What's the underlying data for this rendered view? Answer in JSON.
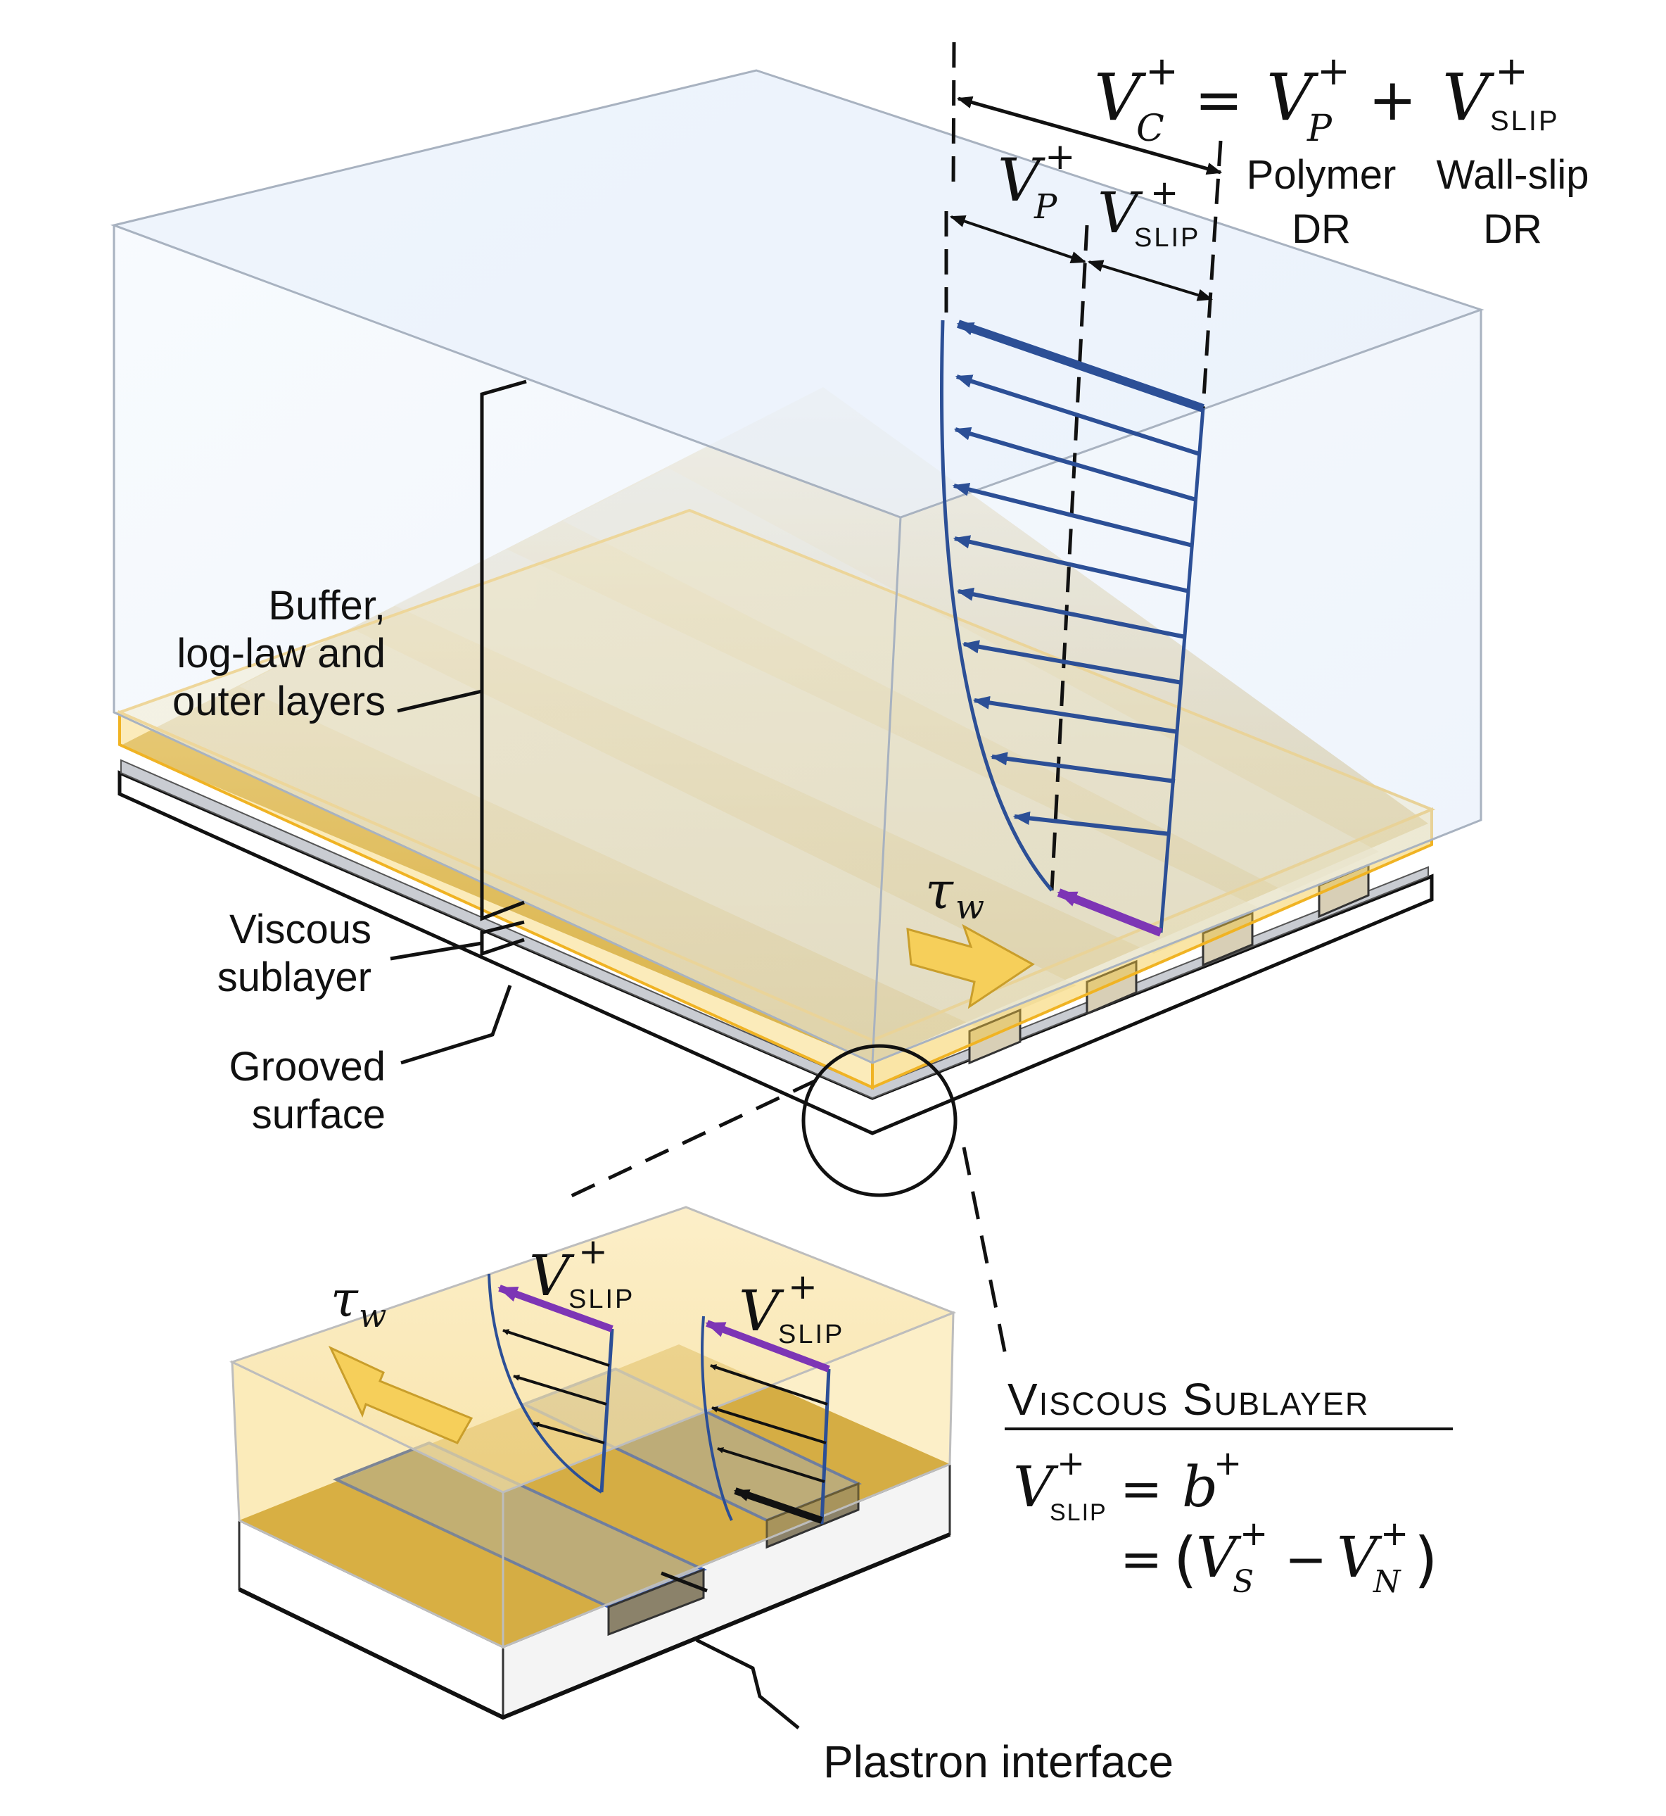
{
  "labels": {
    "buffer_l1": "Buffer,",
    "buffer_l2": "log-law and",
    "buffer_l3": "outer layers",
    "viscous_l1": "Viscous",
    "viscous_l2": "sublayer",
    "grooved_l1": "Grooved",
    "grooved_l2": "surface",
    "plastron": "Plastron interface",
    "polymer_l1": "Polymer",
    "polymer_l2": "DR",
    "wallslip_l1": "Wall-slip",
    "wallslip_l2": "DR",
    "vs_heading": "Viscous Sublayer"
  },
  "symbols": {
    "V": "V",
    "plus": "+",
    "minus": "−",
    "equals": "=",
    "sub_C": "C",
    "sub_P": "P",
    "sub_SLIP": "SLIP",
    "sub_S": "S",
    "sub_N": "N",
    "b": "b",
    "tau": "τ",
    "tau_sub": "w",
    "lparen": "(",
    "rparen": ")"
  },
  "colors": {
    "polymer_teal": "#17827a",
    "wallslip_purple": "#7a3b9b",
    "profile_blue": "#2c4f96",
    "slip_arrow_purple": "#7d35b5",
    "yellow_layer": "#f3c53a",
    "gold_surface": "#c9a449",
    "shear_arrow": "#f6cf5a",
    "text": "#111111"
  }
}
